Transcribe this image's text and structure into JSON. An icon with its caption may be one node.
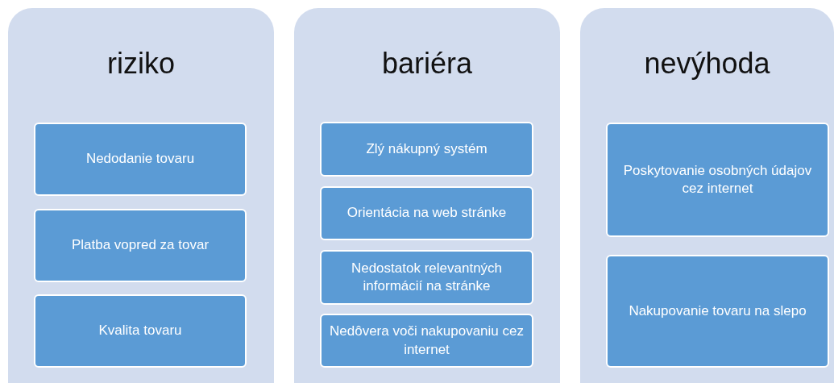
{
  "diagram": {
    "nodes": [
      {
        "text": [
          "riziko"
        ]
      },
      {
        "text": [
          "Nedodanie tovaru"
        ],
        "in": 0
      },
      {
        "text": [
          "Platba vopred za tovar"
        ],
        "in": 0
      },
      {
        "text": [
          "Kvalita tovaru"
        ],
        "in": 0
      },
      {
        "text": [
          "bariéra"
        ]
      },
      {
        "text": [
          "Zlý nákupný systém"
        ],
        "in": 4
      },
      {
        "text": [
          "Orientácia na web stránke"
        ],
        "in": 4
      },
      {
        "text": [
          "Nedostatok relevantných informácií na stránke"
        ],
        "in": 4
      },
      {
        "text": [
          "Nedôvera voči nakupovaniu cez internet"
        ],
        "in": 4
      },
      {
        "text": [
          "nevýhoda"
        ]
      },
      {
        "text": [
          "Poskytovanie osobných údajov cez internet"
        ],
        "in": 9
      },
      {
        "text": [
          "Nakupovanie tovaru na slepo"
        ],
        "in": 9
      }
    ]
  }
}
